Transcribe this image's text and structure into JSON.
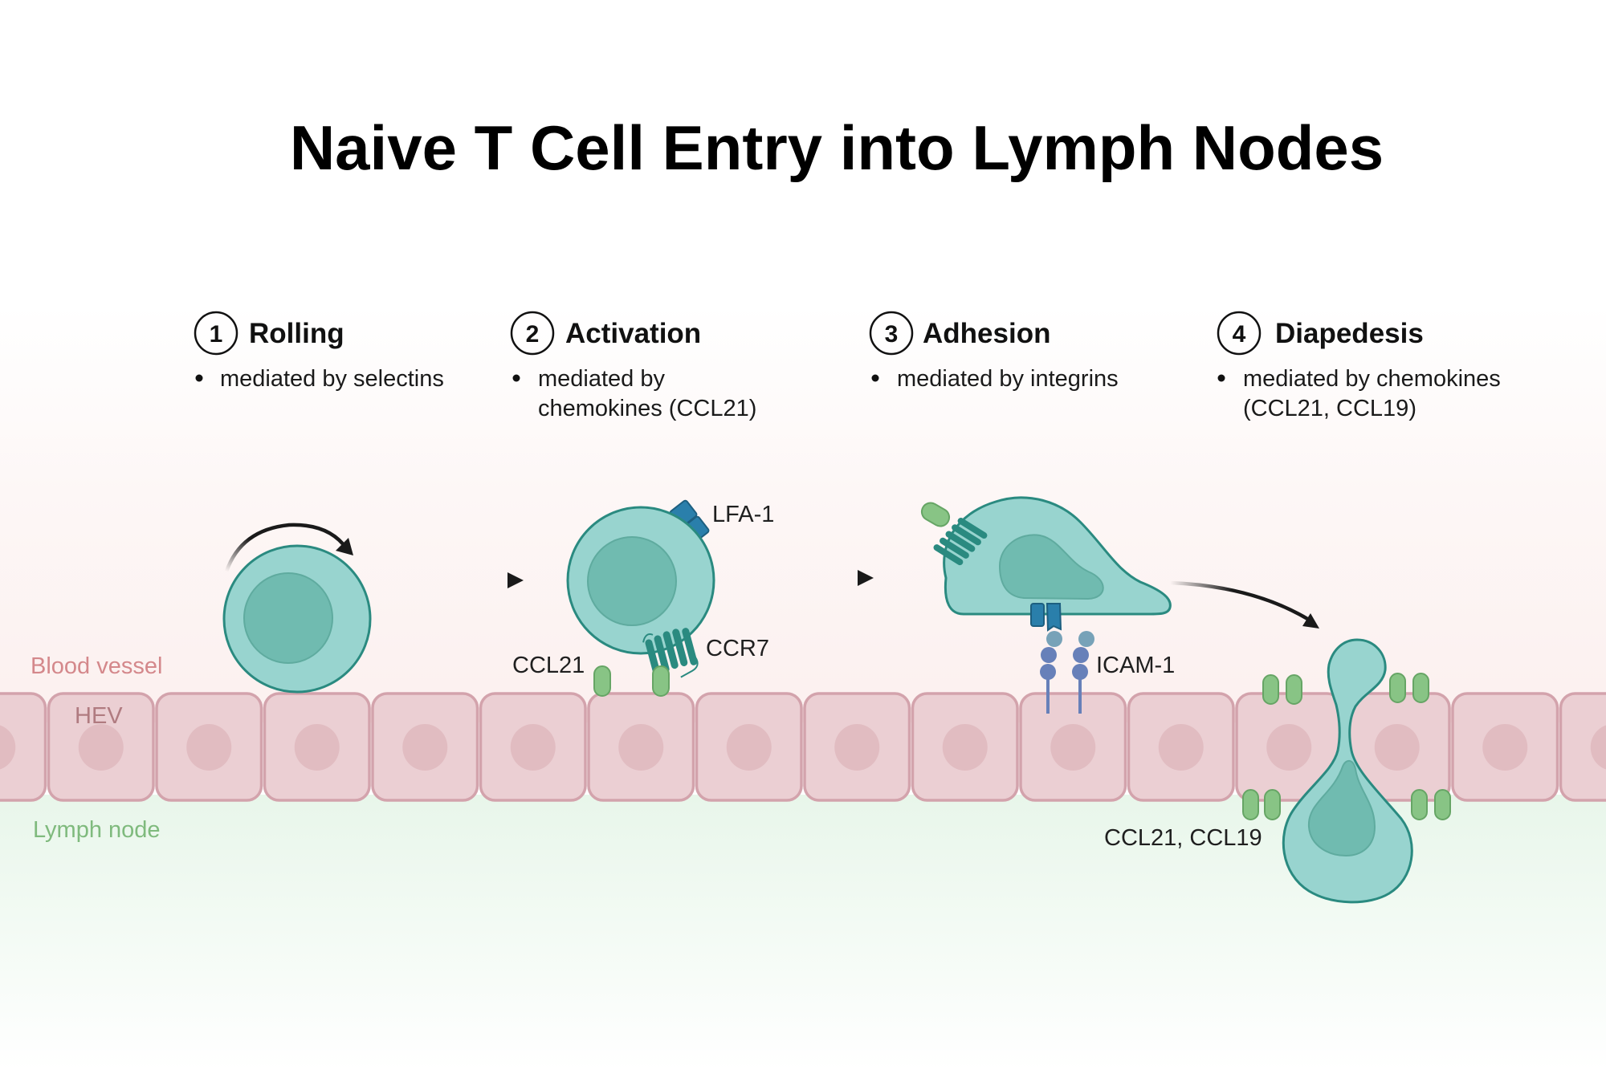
{
  "title": "Naive T Cell Entry into Lymph Nodes",
  "steps": [
    {
      "number": "1",
      "title": "Rolling",
      "bullet_lines": [
        "mediated by selectins"
      ]
    },
    {
      "number": "2",
      "title": "Activation",
      "bullet_lines": [
        "mediated by",
        "chemokines (CCL21)"
      ]
    },
    {
      "number": "3",
      "title": "Adhesion",
      "bullet_lines": [
        "mediated by integrins"
      ]
    },
    {
      "number": "4",
      "title": "Diapedesis",
      "bullet_lines": [
        "mediated by chemokines",
        "(CCL21, CCL19)"
      ]
    }
  ],
  "regions": {
    "blood_vessel": "Blood vessel",
    "hev": "HEV",
    "lymph_node": "Lymph node"
  },
  "labels": {
    "ccl21": "CCL21",
    "ccr7": "CCR7",
    "lfa1": "LFA-1",
    "icam1": "ICAM-1",
    "ccl21_ccl19": "CCL21, CCL19"
  },
  "colors": {
    "tcell_fill": "#98d4cf",
    "tcell_stroke": "#2a8a80",
    "tcell_nucleus": "#70bbb0",
    "hev_fill": "#ebcfd3",
    "hev_stroke": "#d3a3ac",
    "hev_nucleus": "#e1bcc1",
    "chemokine_fill": "#88c485",
    "chemokine_stroke": "#66a565",
    "lfa1_fill": "#2a7fab",
    "icam1_head": "#77a2b8",
    "icam1_body": "#6780b9",
    "blood_bg": "#fcf1f0",
    "lymph_bg": "#e9f6ea"
  }
}
